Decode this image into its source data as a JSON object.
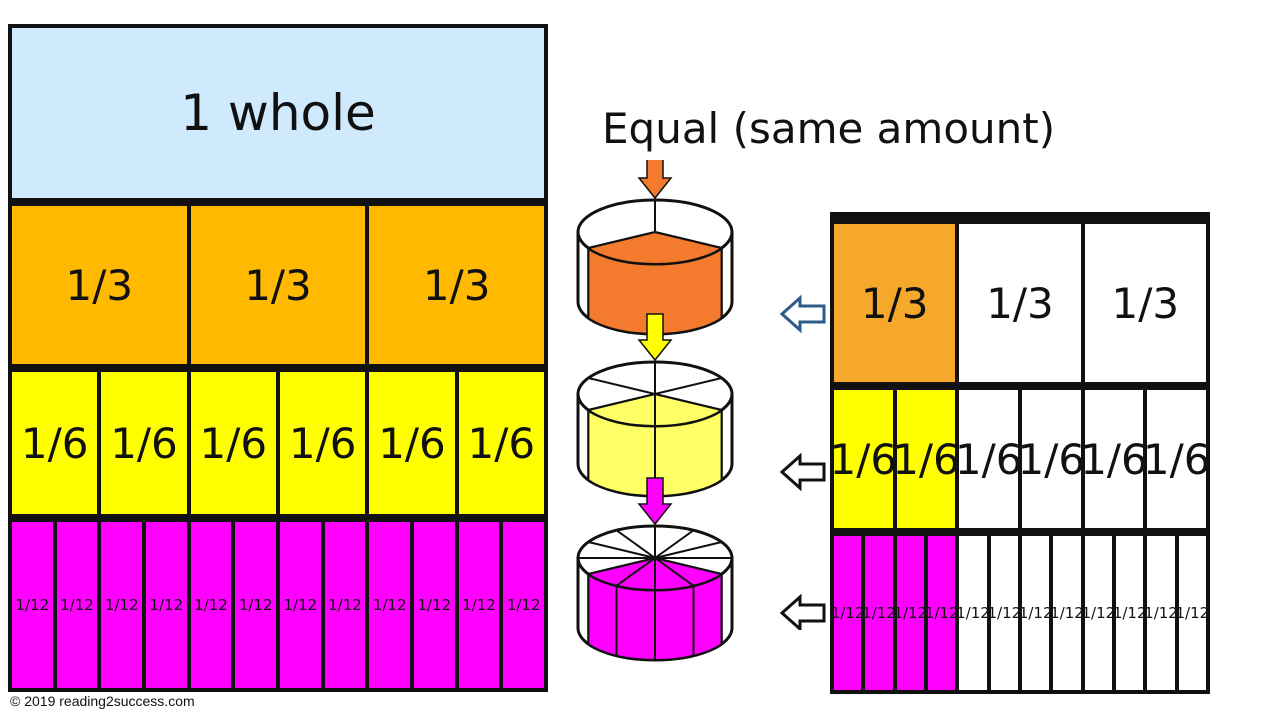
{
  "title": "Equal (same amount)",
  "copyright": "© 2019 reading2success.com",
  "colors": {
    "whole": "#cfeafd",
    "thirds": "#ffb900",
    "thirds_right": "#f5a82a",
    "sixths": "#ffff00",
    "twelfths": "#ff00ff",
    "cylinder_orange": "#f47a2e",
    "cylinder_yellow": "#ffff66",
    "outline": "#111111",
    "arrow_blue": "#2e5c8a"
  },
  "left_chart": {
    "whole": {
      "label": "1 whole"
    },
    "thirds": [
      "1/3",
      "1/3",
      "1/3"
    ],
    "sixths": [
      "1/6",
      "1/6",
      "1/6",
      "1/6",
      "1/6",
      "1/6"
    ],
    "twelfths": [
      "1/12",
      "1/12",
      "1/12",
      "1/12",
      "1/12",
      "1/12",
      "1/12",
      "1/12",
      "1/12",
      "1/12",
      "1/12",
      "1/12"
    ]
  },
  "right_chart": {
    "thirds": {
      "labels": [
        "1/3",
        "1/3",
        "1/3"
      ],
      "shaded": 1
    },
    "sixths": {
      "labels": [
        "1/6",
        "1/6",
        "1/6",
        "1/6",
        "1/6",
        "1/6"
      ],
      "shaded": 2
    },
    "twelfths": {
      "labels": [
        "1/12",
        "1/12",
        "1/12",
        "1/12",
        "1/12",
        "1/12",
        "1/12",
        "1/12",
        "1/12",
        "1/12",
        "1/12",
        "1/12"
      ],
      "shaded": 4
    }
  },
  "cylinders": [
    {
      "name": "thirds-cylinder",
      "slices": 3,
      "shaded": 1
    },
    {
      "name": "sixths-cylinder",
      "slices": 6,
      "shaded": 2
    },
    {
      "name": "twelfths-cylinder",
      "slices": 12,
      "shaded": 4
    }
  ]
}
